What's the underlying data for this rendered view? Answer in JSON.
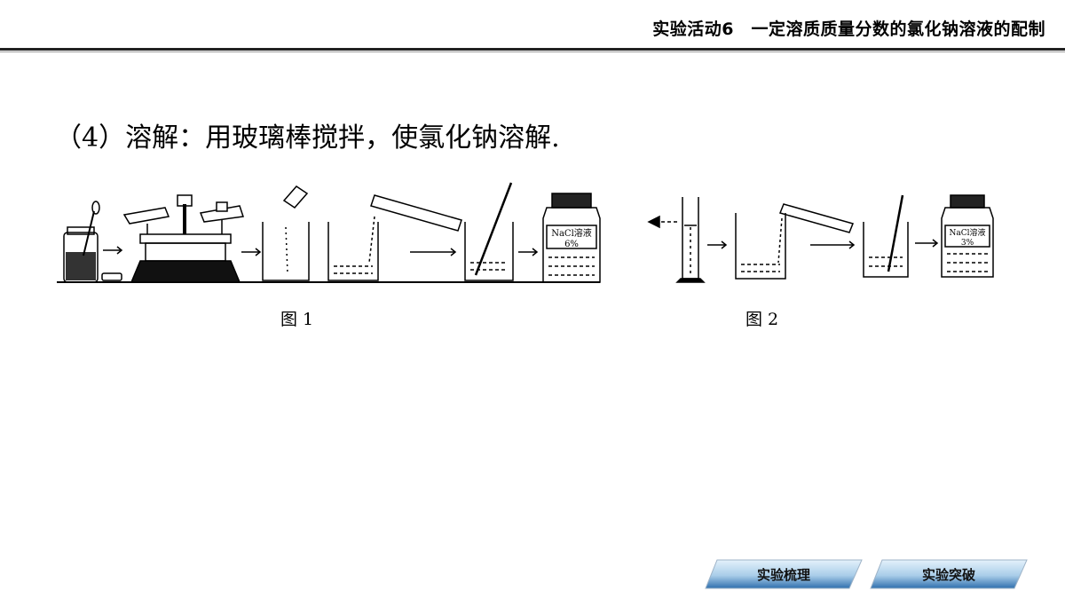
{
  "header": {
    "title": "实验活动6　一定溶质质量分数的氯化钠溶液的配制"
  },
  "step": {
    "text": "（4）溶解：用玻璃棒搅拌，使氯化钠溶解."
  },
  "figure1": {
    "caption": "图 1",
    "label_line1": "NaCl溶液",
    "label_line2": "6%"
  },
  "figure2": {
    "caption": "图 2",
    "label_line1": "NaCl溶液",
    "label_line2": "3%"
  },
  "nav": {
    "left_label": "实验梳理",
    "right_label": "实验突破"
  },
  "colors": {
    "button_light": "#e4f1fb",
    "button_dark": "#2f6fae"
  }
}
